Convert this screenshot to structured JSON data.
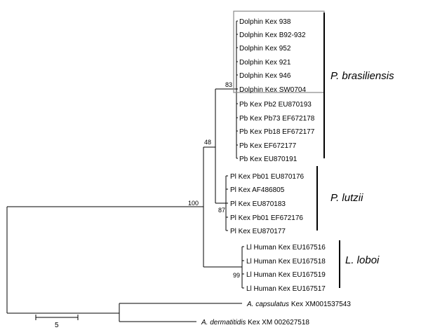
{
  "tree": {
    "leaves_brasiliensis": [
      {
        "label": "Dolphin Kex 938"
      },
      {
        "label": "Dolphin Kex B92-932"
      },
      {
        "label": "Dolphin Kex 952"
      },
      {
        "label": "Dolphin Kex 921"
      },
      {
        "label": "Dolphin Kex 946"
      },
      {
        "label": "Dolphin Kex SW0704"
      },
      {
        "label": "Pb Kex Pb2 EU870193"
      },
      {
        "label": "Pb Kex Pb73 EF672178"
      },
      {
        "label": "Pb Kex Pb18 EF672177"
      },
      {
        "label": "Pb Kex EF672177"
      },
      {
        "label": "Pb Kex EU870191"
      }
    ],
    "leaves_lutzii": [
      {
        "label": "Pl Kex Pb01 EU870176"
      },
      {
        "label": "Pl Kex AF486805"
      },
      {
        "label": "Pl Kex EU870183"
      },
      {
        "label": "Pl Kex Pb01 EF672176"
      },
      {
        "label": "Pl Kex EU870177"
      }
    ],
    "leaves_loboi": [
      {
        "label": "Ll Human Kex EU167516"
      },
      {
        "label": "Ll Human Kex EU167518"
      },
      {
        "label": "Ll Human Kex EU167519"
      },
      {
        "label": "Ll Human Kex EU167517"
      }
    ],
    "outgroup_capsulatus": {
      "species": "A. capsulatus",
      "rest": " Kex XM001537543"
    },
    "outgroup_dermatitidis": {
      "species": "A. dermatitidis",
      "rest": " Kex XM 002627518"
    },
    "bootstrap": {
      "root_ingroup": "100",
      "brasiliensis_lutzii": "48",
      "brasiliensis": "83",
      "lutzii": "87",
      "loboi": "99"
    },
    "clades": {
      "brasiliensis": "P. brasiliensis",
      "lutzii": "P. lutzii",
      "loboi": "L. loboi"
    },
    "scale_bar_label": "5"
  }
}
